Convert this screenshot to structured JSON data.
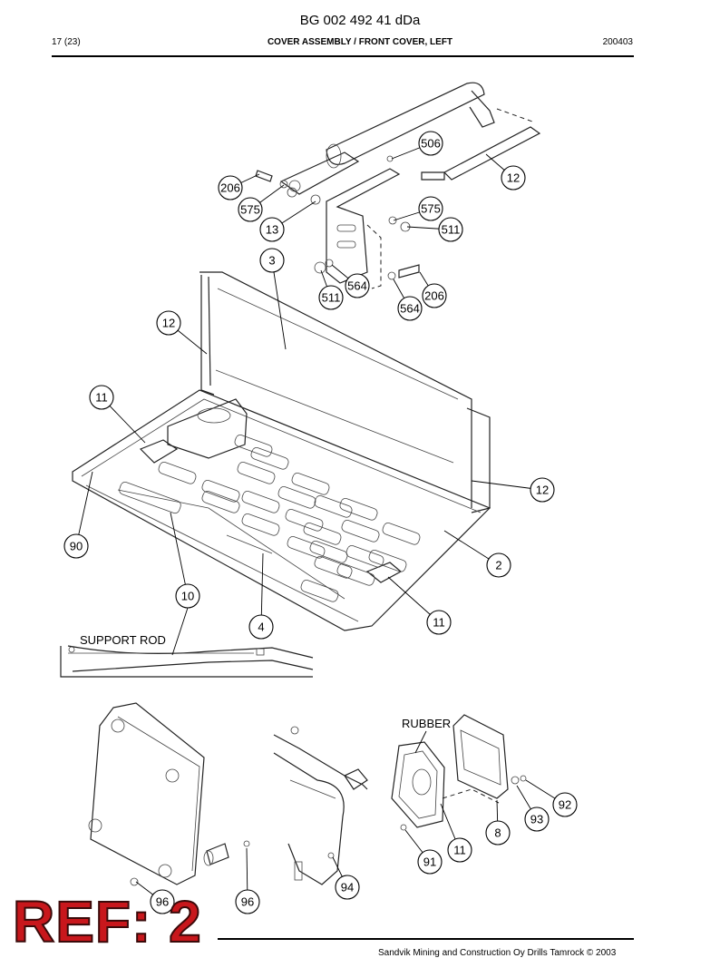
{
  "header": {
    "doc_title": "BG 002 492 41 dDa",
    "page_count": "17 (23)",
    "section_title": "COVER ASSEMBLY / FRONT COVER, LEFT",
    "doc_date": "200403"
  },
  "footer": {
    "text": "Sandvik Mining and Construction Oy Drills Tamrock © 2003"
  },
  "stamp": {
    "ref": "REF: 2",
    "color": "#c8171c"
  },
  "labels": {
    "support_rod": "SUPPORT ROD",
    "rubber": "RUBBER"
  },
  "callouts": [
    "506",
    "12",
    "206",
    "575",
    "13",
    "575",
    "511",
    "3",
    "511",
    "564",
    "564",
    "206",
    "12",
    "11",
    "12",
    "90",
    "2",
    "10",
    "4",
    "11",
    "96",
    "96",
    "94",
    "92",
    "93",
    "8",
    "11",
    "91"
  ]
}
